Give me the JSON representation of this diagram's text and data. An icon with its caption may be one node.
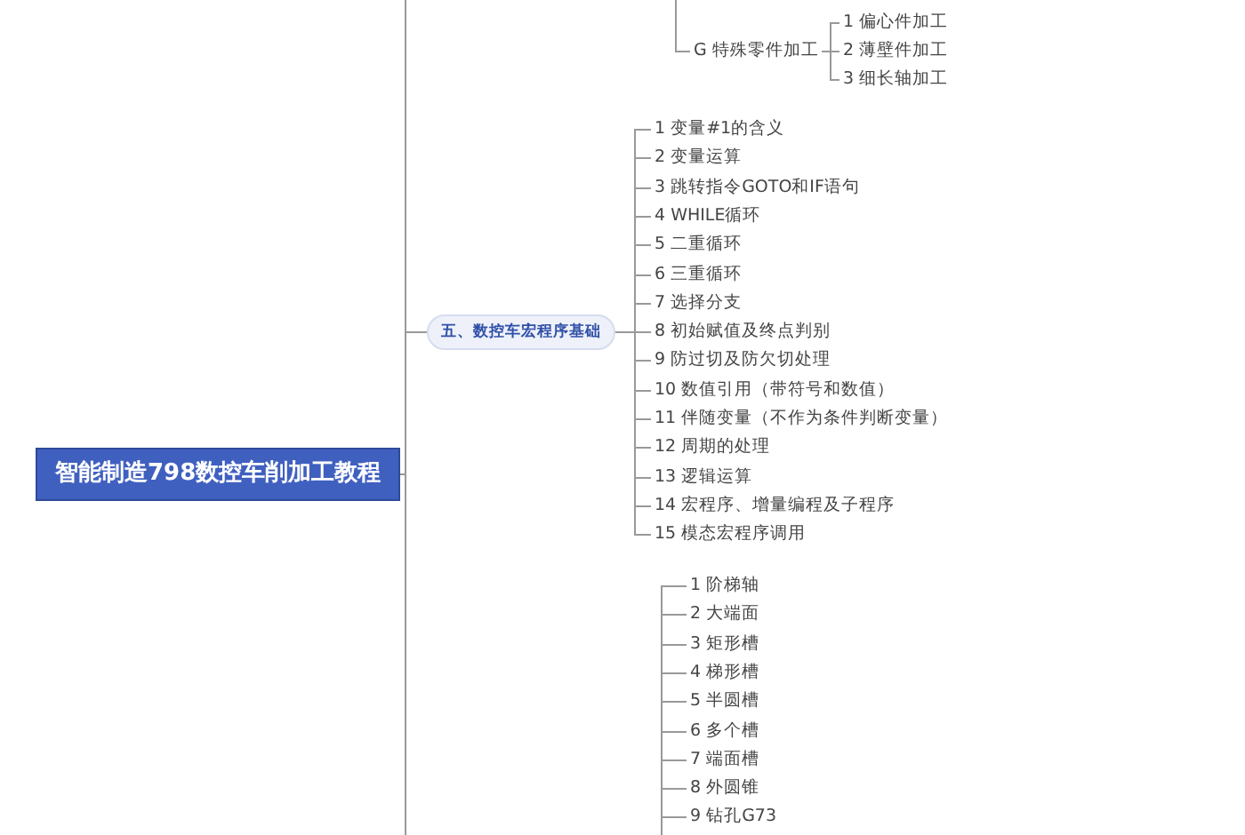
{
  "diagram": {
    "nodes": [
      {
        "text": [
          "智能制造798数控车削加工教程"
        ]
      },
      {
        "text": [
          "G 特殊零件加工"
        ]
      },
      {
        "text": [
          "1 偏心件加工"
        ]
      },
      {
        "text": [
          "2 薄壁件加工"
        ]
      },
      {
        "text": [
          "3 细长轴加工"
        ]
      },
      {
        "text": [
          "五、数控车宏程序基础"
        ]
      },
      {
        "text": [
          "1 变量#1的含义"
        ]
      },
      {
        "text": [
          "2 变量运算"
        ]
      },
      {
        "text": [
          "3 跳转指令GOTO和IF语句"
        ]
      },
      {
        "text": [
          "4 WHILE循环"
        ]
      },
      {
        "text": [
          "5 二重循环"
        ]
      },
      {
        "text": [
          "6 三重循环"
        ]
      },
      {
        "text": [
          "7 选择分支"
        ]
      },
      {
        "text": [
          "8 初始赋值及终点判别"
        ]
      },
      {
        "text": [
          "9 防过切及防欠切处理"
        ]
      },
      {
        "text": [
          "10 数值引用（带符号和数值）"
        ]
      },
      {
        "text": [
          "11 伴随变量（不作为条件判断变量）"
        ]
      },
      {
        "text": [
          "12 周期的处理"
        ]
      },
      {
        "text": [
          "13 逻辑运算"
        ]
      },
      {
        "text": [
          "14 宏程序、增量编程及子程序"
        ]
      },
      {
        "text": [
          "15 模态宏程序调用"
        ]
      },
      {
        "text": [
          "1 阶梯轴"
        ]
      },
      {
        "text": [
          "2 大端面"
        ]
      },
      {
        "text": [
          "3 矩形槽"
        ]
      },
      {
        "text": [
          "4 梯形槽"
        ]
      },
      {
        "text": [
          "5 半圆槽"
        ]
      },
      {
        "text": [
          "6 多个槽"
        ]
      },
      {
        "text": [
          "7 端面槽"
        ]
      },
      {
        "text": [
          "8 外圆锥"
        ]
      },
      {
        "text": [
          "9 钻孔G73"
        ]
      }
    ],
    "edges": [
      {
        "from": null,
        "to": 1,
        "arrow": "none"
      },
      {
        "from": 1,
        "to": 2,
        "arrow": "none"
      },
      {
        "from": 1,
        "to": 3,
        "arrow": "none"
      },
      {
        "from": 1,
        "to": 4,
        "arrow": "none"
      },
      {
        "from": 0,
        "to": 5,
        "arrow": "none"
      },
      {
        "from": 5,
        "to": 6,
        "arrow": "none"
      },
      {
        "from": 5,
        "to": 7,
        "arrow": "none"
      },
      {
        "from": 5,
        "to": 8,
        "arrow": "none"
      },
      {
        "from": 5,
        "to": 9,
        "arrow": "none"
      },
      {
        "from": 5,
        "to": 10,
        "arrow": "none"
      },
      {
        "from": 5,
        "to": 11,
        "arrow": "none"
      },
      {
        "from": 5,
        "to": 12,
        "arrow": "none"
      },
      {
        "from": 5,
        "to": 13,
        "arrow": "none"
      },
      {
        "from": 5,
        "to": 14,
        "arrow": "none"
      },
      {
        "from": 5,
        "to": 15,
        "arrow": "none"
      },
      {
        "from": 5,
        "to": 16,
        "arrow": "none"
      },
      {
        "from": 5,
        "to": 17,
        "arrow": "none"
      },
      {
        "from": 5,
        "to": 18,
        "arrow": "none"
      },
      {
        "from": 5,
        "to": 19,
        "arrow": "none"
      },
      {
        "from": 5,
        "to": 20,
        "arrow": "none"
      }
    ]
  }
}
